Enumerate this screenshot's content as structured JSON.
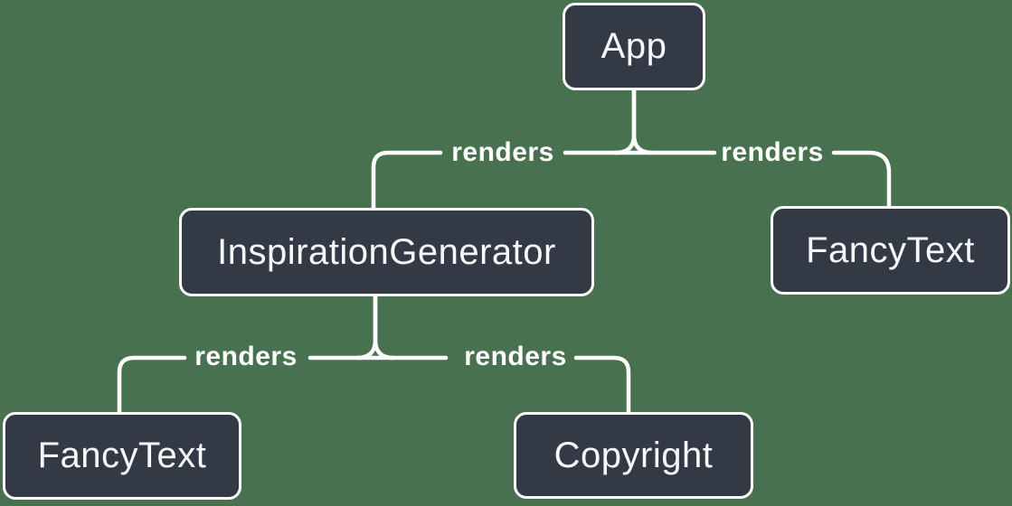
{
  "diagram": {
    "type": "render-tree",
    "colors": {
      "background": "#47714F",
      "node_fill": "#333A46",
      "node_border": "#FFFFFF",
      "node_text": "#F6F7F9",
      "connector": "#FFFFFF",
      "edge_label_text": "#FFFFFF"
    },
    "nodes": {
      "app": {
        "label": "App"
      },
      "inspiration_generator": {
        "label": "InspirationGenerator"
      },
      "fancy_text_top": {
        "label": "FancyText"
      },
      "fancy_text_bottom": {
        "label": "FancyText"
      },
      "copyright": {
        "label": "Copyright"
      }
    },
    "edges": [
      {
        "from": "App",
        "to": "InspirationGenerator",
        "label": "renders"
      },
      {
        "from": "App",
        "to": "FancyText",
        "label": "renders"
      },
      {
        "from": "InspirationGenerator",
        "to": "FancyText",
        "label": "renders"
      },
      {
        "from": "InspirationGenerator",
        "to": "Copyright",
        "label": "renders"
      }
    ]
  }
}
